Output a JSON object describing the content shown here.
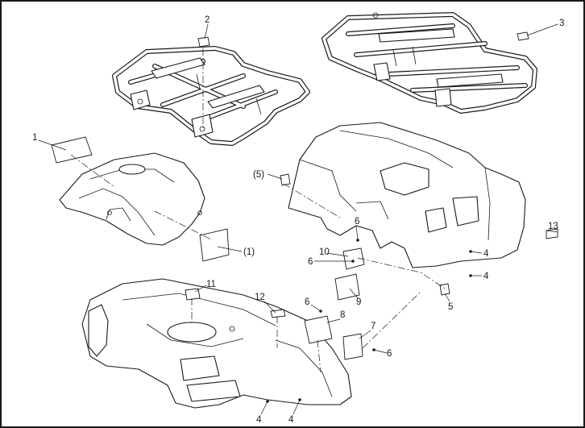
{
  "callouts": {
    "c1": "1",
    "c2": "2",
    "c3": "3",
    "c4a": "4",
    "c4b": "4",
    "c4c": "4",
    "c4d": "4",
    "c5a": "(5)",
    "c5b": "5",
    "c6a": "6",
    "c6b": "6",
    "c6c": "6",
    "c6d": "6",
    "c7": "7",
    "c8": "8",
    "c9": "9",
    "c10": "10",
    "c11": "11",
    "c12": "12",
    "c13": "13",
    "c1p": "(1)"
  },
  "colors": {
    "line": "#1a1a1a",
    "background": "#ffffff"
  }
}
